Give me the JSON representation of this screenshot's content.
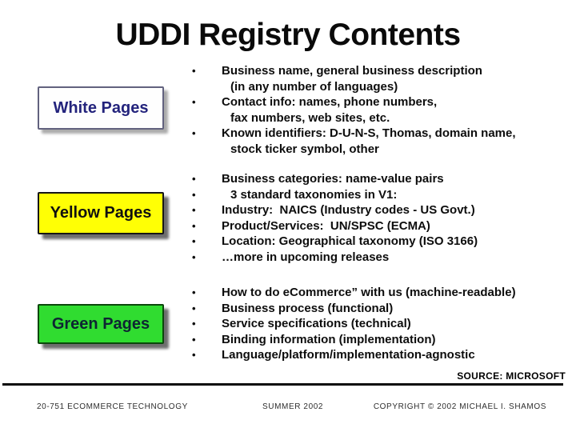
{
  "slide": {
    "title": "UDDI Registry Contents",
    "background": "#ffffff"
  },
  "bullet_char": "•",
  "boxes": [
    {
      "label": "White Pages",
      "bg": "#fefefe",
      "text_color": "#23237c",
      "border_color": "#62627e"
    },
    {
      "label": "Yellow Pages",
      "bg": "#ffff05",
      "text_color": "#101010",
      "border_color": "#161616"
    },
    {
      "label": "Green Pages",
      "bg": "#30dc30",
      "text_color": "#0e2433",
      "border_color": "#0b470b"
    }
  ],
  "sections": [
    {
      "name": "white-pages-content",
      "lines": [
        {
          "text": "Business name, general business description"
        },
        {
          "text": "(in any number of languages)"
        },
        {
          "text": "Contact info: names, phone numbers,"
        },
        {
          "text": "fax numbers, web sites, etc."
        },
        {
          "text": "Known identifiers: D-U-N-S, Thomas, domain name,"
        },
        {
          "text": "stock ticker symbol, other"
        }
      ]
    },
    {
      "name": "yellow-pages-content",
      "lines": [
        {
          "text": "Business categories: name-value pairs"
        },
        {
          "text": "3 standard taxonomies in V1:"
        },
        {
          "text": "Industry:  NAICS (Industry codes - US Govt.)"
        },
        {
          "text": "Product/Services:  UN/SPSC (ECMA)"
        },
        {
          "text": "Location: Geographical taxonomy (ISO 3166)"
        },
        {
          "text": "…more in upcoming releases"
        }
      ]
    },
    {
      "name": "green-pages-content",
      "lines": [
        {
          "text": "How to do eCommerce” with us (machine-readable)"
        },
        {
          "text": "Business process (functional)"
        },
        {
          "text": "Service specifications (technical)"
        },
        {
          "text": "Binding information (implementation)"
        },
        {
          "text": "Language/platform/implementation-agnostic"
        }
      ]
    }
  ],
  "source_note": "SOURCE: MICROSOFT",
  "footer": {
    "left": "20-751 ECOMMERCE TECHNOLOGY",
    "center": "SUMMER 2002",
    "right": "COPYRIGHT © 2002 MICHAEL I. SHAMOS"
  }
}
